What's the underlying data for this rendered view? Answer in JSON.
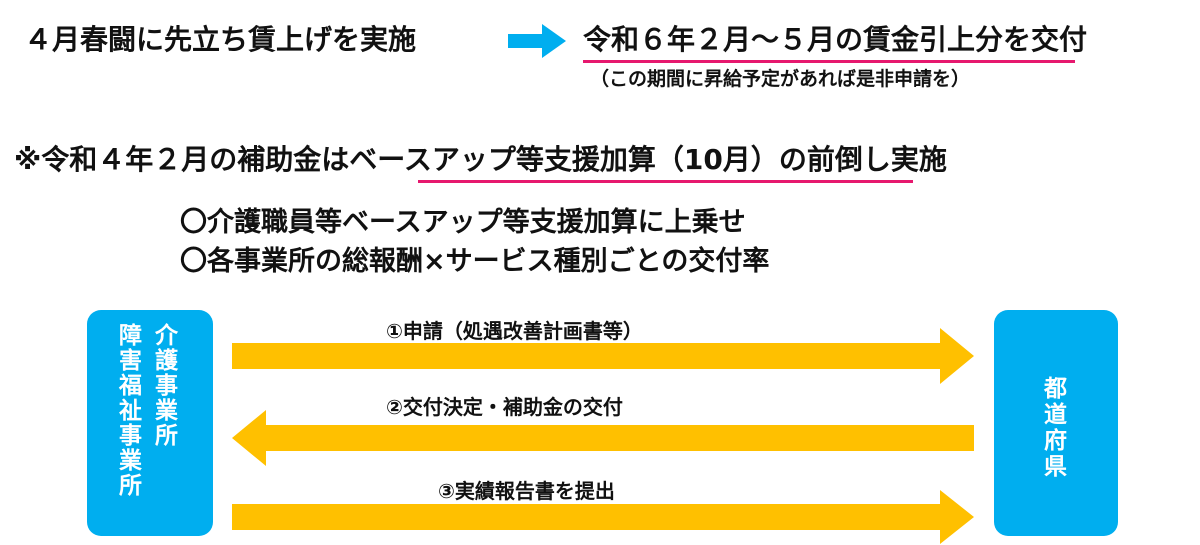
{
  "header": {
    "left_text": "４月春闘に先立ち賃上げを実施",
    "right_text": "令和６年２月～５月の賃金引上分を交付",
    "sub_note": "（この期間に昇給予定があれば是非申請を）"
  },
  "subsidy_line": {
    "before": "※令和４年２月の補助金は",
    "highlight": "ベースアップ等支援加算（10月）",
    "after": "の前倒し実施"
  },
  "bullets": [
    "〇介護職員等ベースアップ等支援加算に上乗せ",
    "〇各事業所の総報酬×サービス種別ごとの交付率"
  ],
  "flow": {
    "left_box": {
      "col_right": [
        "介",
        "護",
        "事",
        "業",
        "所"
      ],
      "col_left": [
        "障",
        "害",
        "福",
        "祉",
        "事",
        "業",
        "所"
      ]
    },
    "right_box": {
      "chars": [
        "都",
        "道",
        "府",
        "県"
      ]
    },
    "steps": [
      {
        "label": "①申請（処遇改善計画書等）",
        "direction": "right"
      },
      {
        "label": "②交付決定・補助金の交付",
        "direction": "left"
      },
      {
        "label": "③実績報告書を提出",
        "direction": "right"
      }
    ]
  },
  "colors": {
    "box": "#00aeef",
    "arrow": "#ffc000",
    "underline": "#e6186e",
    "text": "#111111"
  }
}
